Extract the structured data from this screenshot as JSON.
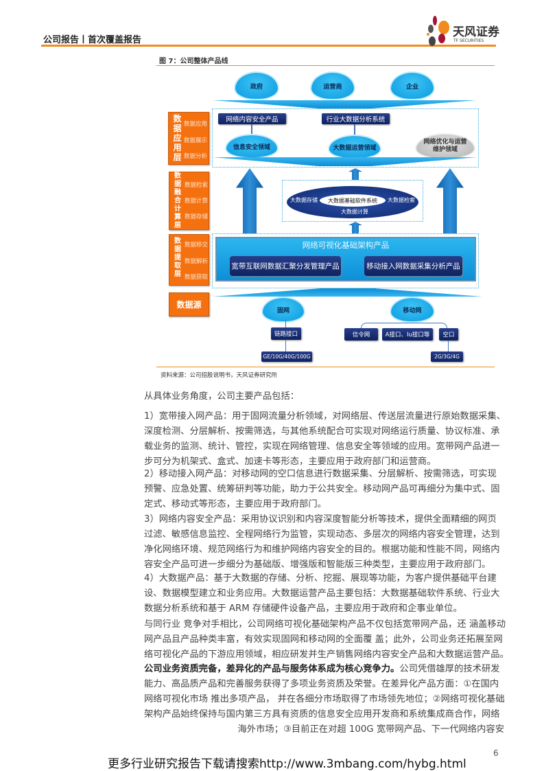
{
  "header": {
    "title": "公司报告丨首次覆盖报告",
    "logo_cn": "天风证券",
    "logo_en": "TF SECURITIES",
    "accent": "#f08a1c"
  },
  "figure": {
    "caption": "图 7：公司整体产品线",
    "customers": [
      "政府",
      "运营商",
      "企业"
    ],
    "layers": [
      {
        "name": "数据应用层",
        "items": [
          "数据应用",
          "数据展示",
          "数据分析"
        ]
      },
      {
        "name": "数据融合计算层",
        "items": [
          "数据检索",
          "数据计算",
          "数据存储"
        ]
      },
      {
        "name": "数据提取层",
        "items": [
          "数据移交",
          "数据解析",
          "数据获取"
        ]
      },
      {
        "name": "数据源",
        "items": []
      }
    ],
    "app_products": [
      "网络内容安全产品",
      "行业大数据分析系统"
    ],
    "domains": [
      "信息安全领域",
      "大数据运营领域",
      "网络优化与运营维护领域"
    ],
    "bigdata": {
      "center": "大数据基础软件系统",
      "left": "大数据存储",
      "right": "大数据检索",
      "bottom": "大数据计算"
    },
    "infra": {
      "title": "网络可视化基础架构产品",
      "products": [
        "宽带互联网数据汇聚分发管理产品",
        "移动接入网数据采集分析产品"
      ]
    },
    "sources": {
      "fixed": "固网",
      "mobile": "移动网",
      "fixed_iface": "链路接口",
      "fixed_speed": "GE/10G/40G/100G",
      "mobile_ifaces": [
        "信令网",
        "A接口、Iu接口等",
        "空口"
      ],
      "mobile_gen": "2G/3G/4G"
    },
    "source_note": "资料来源：公司招股说明书，天风证券研究所"
  },
  "body": {
    "intro": "从具体业务角度，公司主要产品包括：",
    "p1": [
      "1）宽带接入网产品：用于固网流量分析领域，对网络层、传送层流量进行原始数据采集、",
      "深度检测、分层解析、按需筛选，与其他系统配合可实现对网络运行质量、协议标准、承",
      "载业务的监测、统计、管控，实现在网络管理、信息安全等领域的应用。宽带网产品进一",
      "步可分为机架式、盒式、加速卡等形态，主要应用于政府部门和运营商。"
    ],
    "p2": [
      "2）移动接入网产品：对移动网的空口信息进行数据采集、分层解析、按需筛选，可实现",
      "预警、应急处置、统筹研判等功能，助力于公共安全。移动网产品可再细分为集中式、固",
      "定式、移动式等形态，主要应用于政府部门。"
    ],
    "p3": [
      "3）网络内容安全产品：采用协议识别和内容深度智能分析等技术，提供全面精细的网页",
      "过滤、敏感信息监控、全程网络行为监管，实现动态、多层次的网络内容安全管理，达到",
      "净化网络环境、规范网络行为和维护网络内容安全的目的。根据功能和性能不同，网络内",
      "容安全产品可进一步细分为基础版、增强版和智能版三种类型，主要应用于政府部门。"
    ],
    "p4": [
      "4）大数据产品：基于大数据的存储、分析、挖掘、展现等功能，为客户提供基础平台建",
      "设、数据模型建立和业务应用。大数据运营产品主要包括：大数据基础软件系统、行业大",
      "数据分析系统和基于 ARM 存储硬件设备产品，主要应用于政府和企事业单位。"
    ],
    "p5": [
      "与同行业 竞争对手相比，公司网络可视化基础架构产品不仅包括宽带网产品，还 涵盖移动",
      "网产品且产品种类丰富，有效实现固网和移动网的全面覆 盖；此外，公司业务还拓展至网",
      "络可视化产品的下游应用领域，相应研发并生产销售网络内容安全产品和大数据运营产品。"
    ],
    "p6_bold": "公司业务资质完备，差异化的产品与服务体系成为核心竞争力。",
    "p6": [
      "公司凭借雄厚的技术研发",
      "能力、高品质产品和完善服务获得了多项业务资质及荣誉。在差异化产品方面：①在国内",
      "网络可视化市场 推出多项产品， 并在各细分市场取得了市场领先地位；②网络可视化基础",
      "架构产品始终保持与国内第三方具有资质的信息安全应用开发商和系统集成商合作，网络",
      "海外市场；③目前正在对超  100G  宽带网产品、下一代网络内容安"
    ]
  },
  "footer": {
    "page": "6",
    "watermark": "更多行业研究报告下载请搜索http://www.3mbang.com/hybg.html"
  }
}
